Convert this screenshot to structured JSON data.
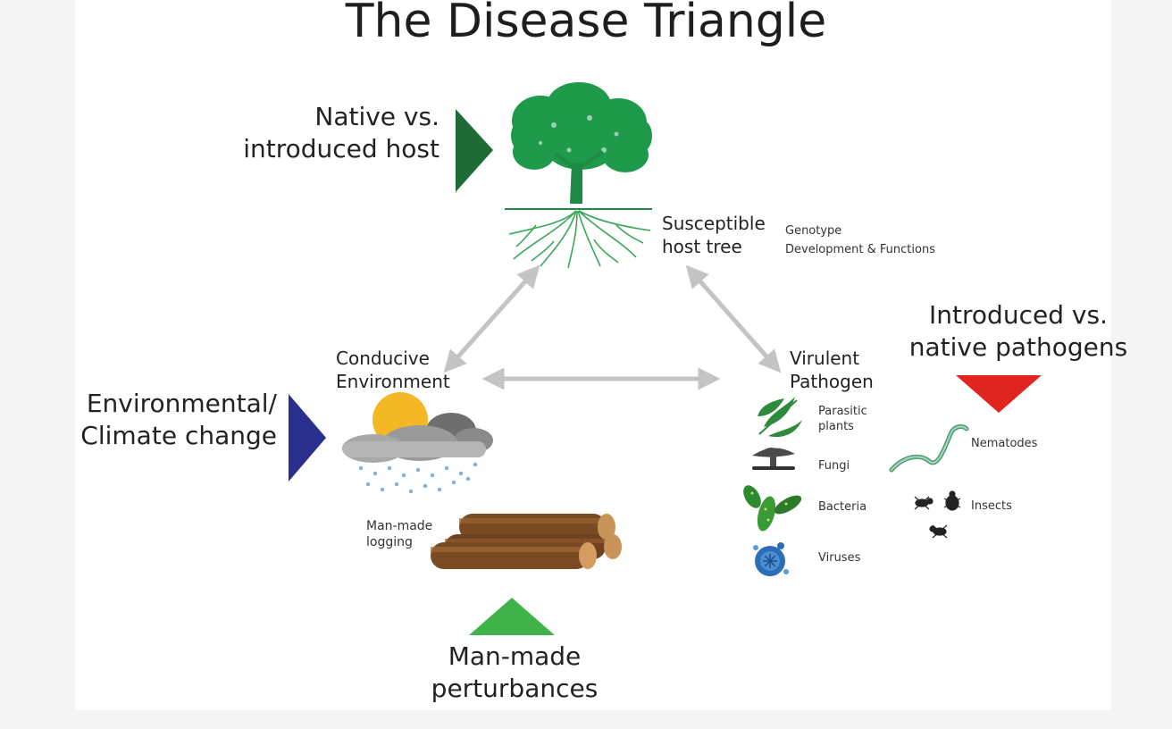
{
  "title": "The Disease Triangle",
  "host": {
    "factor_label": "Native vs. introduced host",
    "factor_color": "#1f6b35",
    "label": "Susceptible host tree",
    "attributes": [
      "Genotype",
      "Development & Functions"
    ]
  },
  "environment": {
    "factor_label": "Environmental/ Climate change",
    "factor_color": "#2a2e8c",
    "label": "Conducive Environment",
    "logging_label": "Man-made logging"
  },
  "pathogen": {
    "factor_label": "Introduced vs. native pathogens",
    "factor_color": "#e02420",
    "label": "Virulent Pathogen",
    "types": [
      "Parasitic plants",
      "Fungi",
      "Bacteria",
      "Viruses",
      "Nematodes",
      "Insects"
    ]
  },
  "perturbance": {
    "factor_label": "Man-made perturbances",
    "factor_color": "#3fb34a"
  },
  "icons": {
    "host": "tree-icon",
    "environment": "sun-cloud-rain-icon",
    "logging": "logs-icon",
    "parasitic_plants": "leaf-icon",
    "fungi": "mushroom-icon",
    "bacteria": "bacteria-icon",
    "viruses": "virus-icon",
    "nematodes": "worm-icon",
    "insects": "insect-icon"
  },
  "arrow_color": "#c4c4c4"
}
